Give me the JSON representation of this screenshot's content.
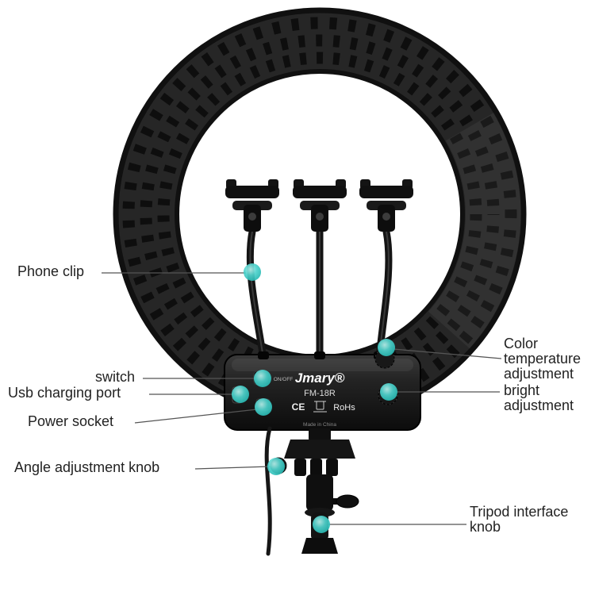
{
  "page": {
    "background_color": "#ffffff",
    "accent_color": "#3fc9c4",
    "line_color": "#555555"
  },
  "product": {
    "brand": "Jmary®",
    "model": "FM-18R",
    "panel": {
      "on_off": "ON/OFF",
      "ce": "CE",
      "rohs": "RoHs",
      "made_in": "Made in China"
    }
  },
  "annotations": {
    "left": [
      {
        "label": "Phone clip"
      },
      {
        "label": "switch"
      },
      {
        "label": "Usb charging port"
      },
      {
        "label": "Power socket"
      },
      {
        "label": "Angle adjustment knob"
      }
    ],
    "right": [
      {
        "label": "Color temperature adjustment"
      },
      {
        "label": "bright adjustment"
      },
      {
        "label": "Tripod interface knob"
      }
    ]
  }
}
